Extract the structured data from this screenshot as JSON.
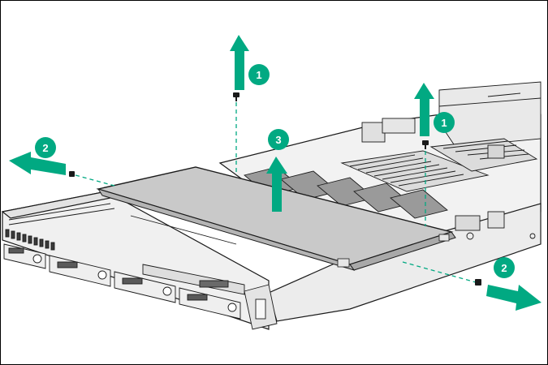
{
  "steps": {
    "remove_screws": "1",
    "slide_cover": "2",
    "lift_cover": "3"
  },
  "colors": {
    "arrow": "#01a982",
    "badge": "#01a982",
    "outline": "#1a1a1a",
    "cover": "#c8c8c8",
    "chassis": "#f4f4f4",
    "dashed": "#01a982"
  },
  "icons": {
    "up_arrow": "arrow-up-icon",
    "left_arrow": "arrow-left-icon",
    "right_arrow": "arrow-right-icon",
    "screw": "screw-icon"
  }
}
